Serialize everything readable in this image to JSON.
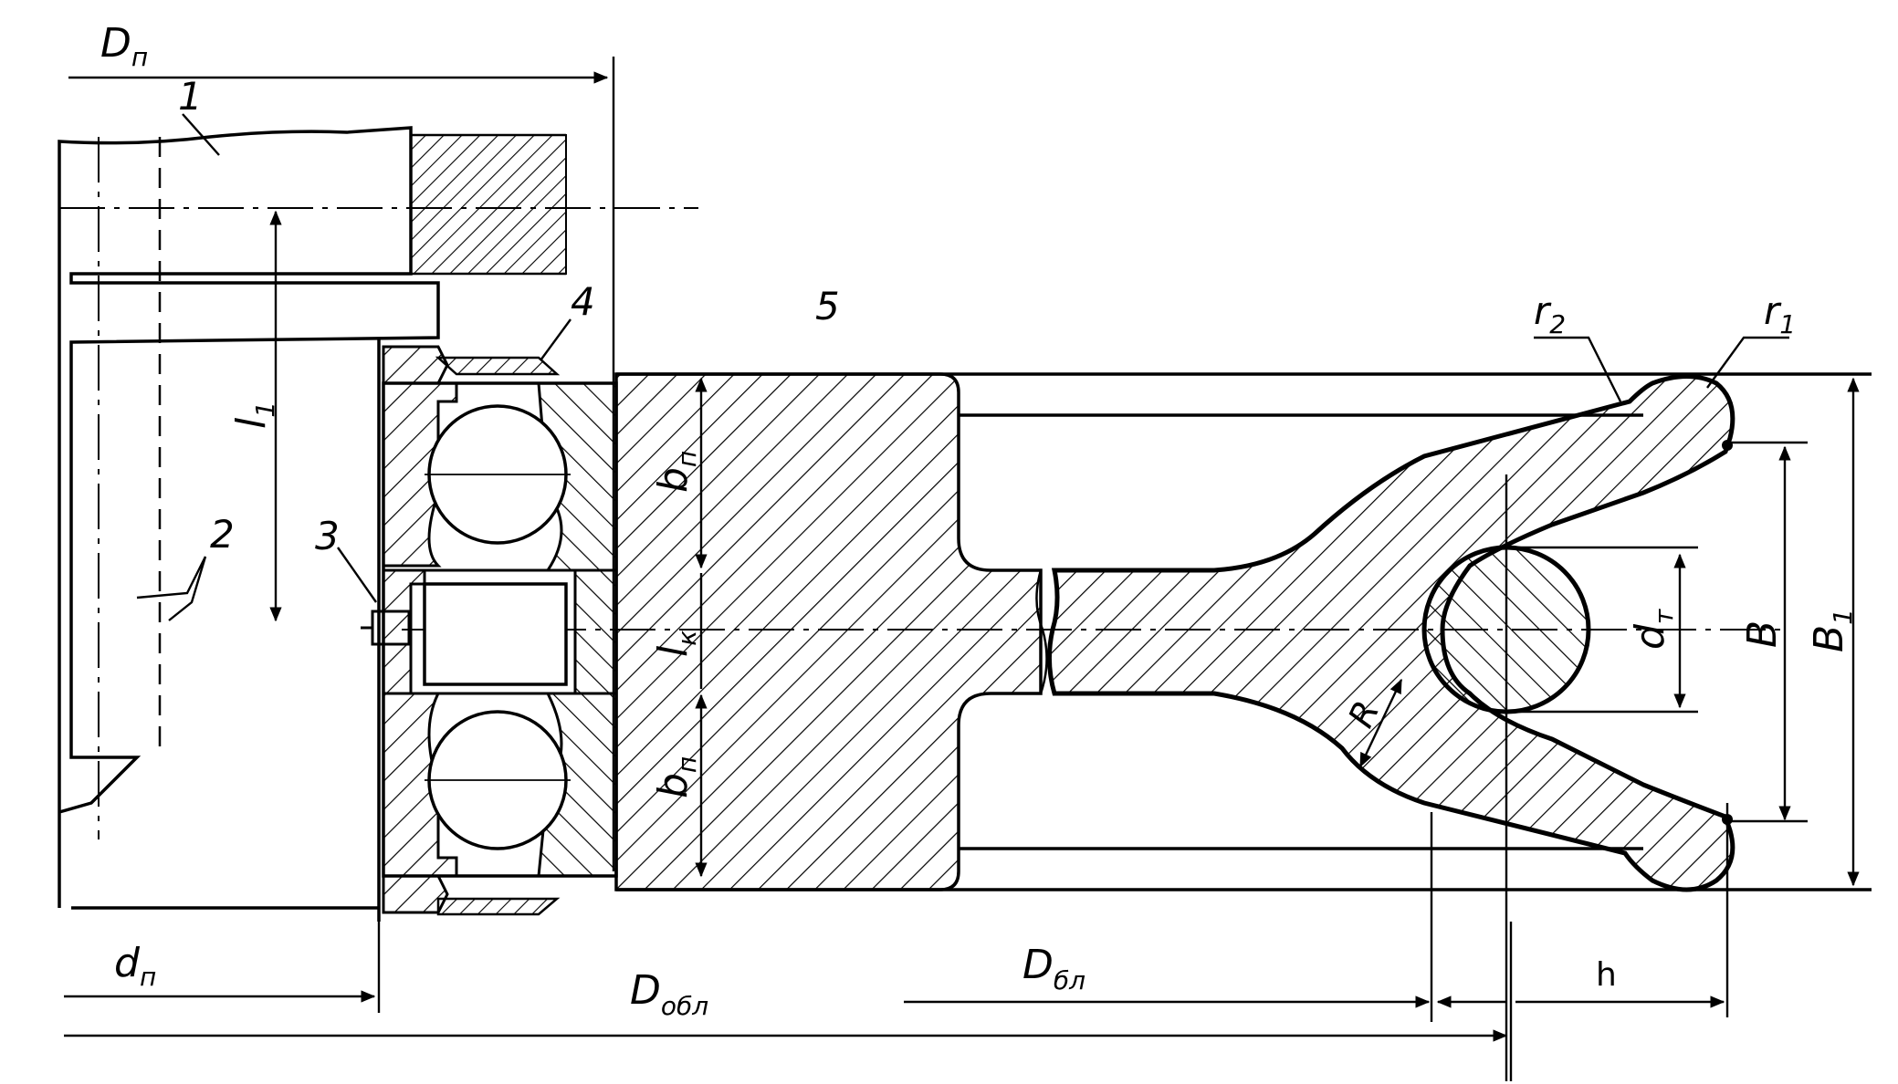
{
  "labels": {
    "D_p": "D",
    "D_p_sub": "п",
    "d_p": "d",
    "d_p_sub": "п",
    "D_obl": "D",
    "D_obl_sub": "oбл",
    "D_bl": "D",
    "D_bl_sub": "бл",
    "h": "h",
    "n1": "1",
    "n2": "2",
    "n3": "3",
    "n4": "4",
    "n5": "5",
    "r1": "r",
    "r1_sub": "1",
    "r2": "r",
    "r2_sub": "2",
    "l1": "l",
    "l1_sub": "1",
    "lk": "l",
    "lk_sub": "к",
    "bp_top": "b",
    "bp_top_sub": "п",
    "bp_bot": "b",
    "bp_bot_sub": "п",
    "dt": "d",
    "dt_sub": "т",
    "B": "B",
    "B1": "B",
    "B1_sub": "1",
    "R": "R"
  }
}
